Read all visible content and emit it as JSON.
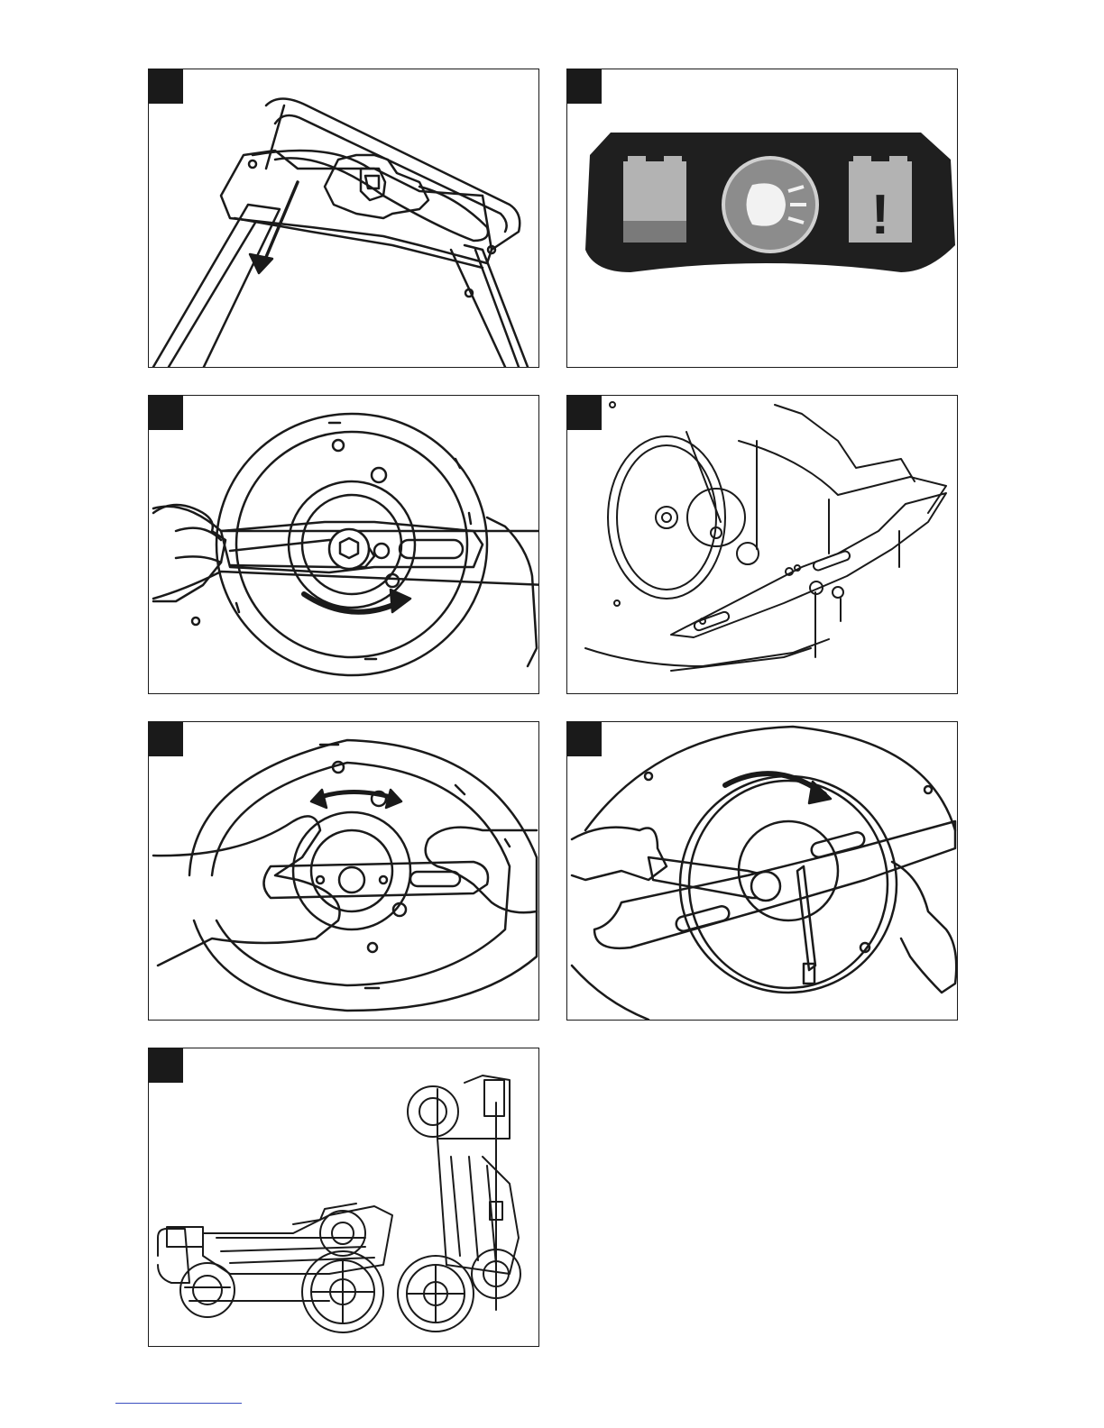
{
  "figures": [
    {
      "id": "fig-1",
      "content": "handle-cable-arrow-icon"
    },
    {
      "id": "fig-2",
      "content": "control-panel-icons"
    },
    {
      "id": "fig-3",
      "content": "remove-blade-wrench-icon"
    },
    {
      "id": "fig-4",
      "content": "blade-exploded-view-icon"
    },
    {
      "id": "fig-5",
      "content": "align-blade-hands-icon"
    },
    {
      "id": "fig-6",
      "content": "tighten-blade-wrench-icon"
    },
    {
      "id": "fig-7",
      "content": "mower-storage-positions-icon"
    }
  ],
  "control_panel": {
    "icons": [
      "battery-level-icon",
      "headlight-icon",
      "battery-warning-icon"
    ],
    "warning_symbol": "!",
    "background_color": "#1f1f1f",
    "icon_color": "#b3b3b3"
  },
  "colors": {
    "line": "#1a1a1a",
    "tab": "#1a1a1a",
    "footer_line": "#3a4fc0"
  }
}
